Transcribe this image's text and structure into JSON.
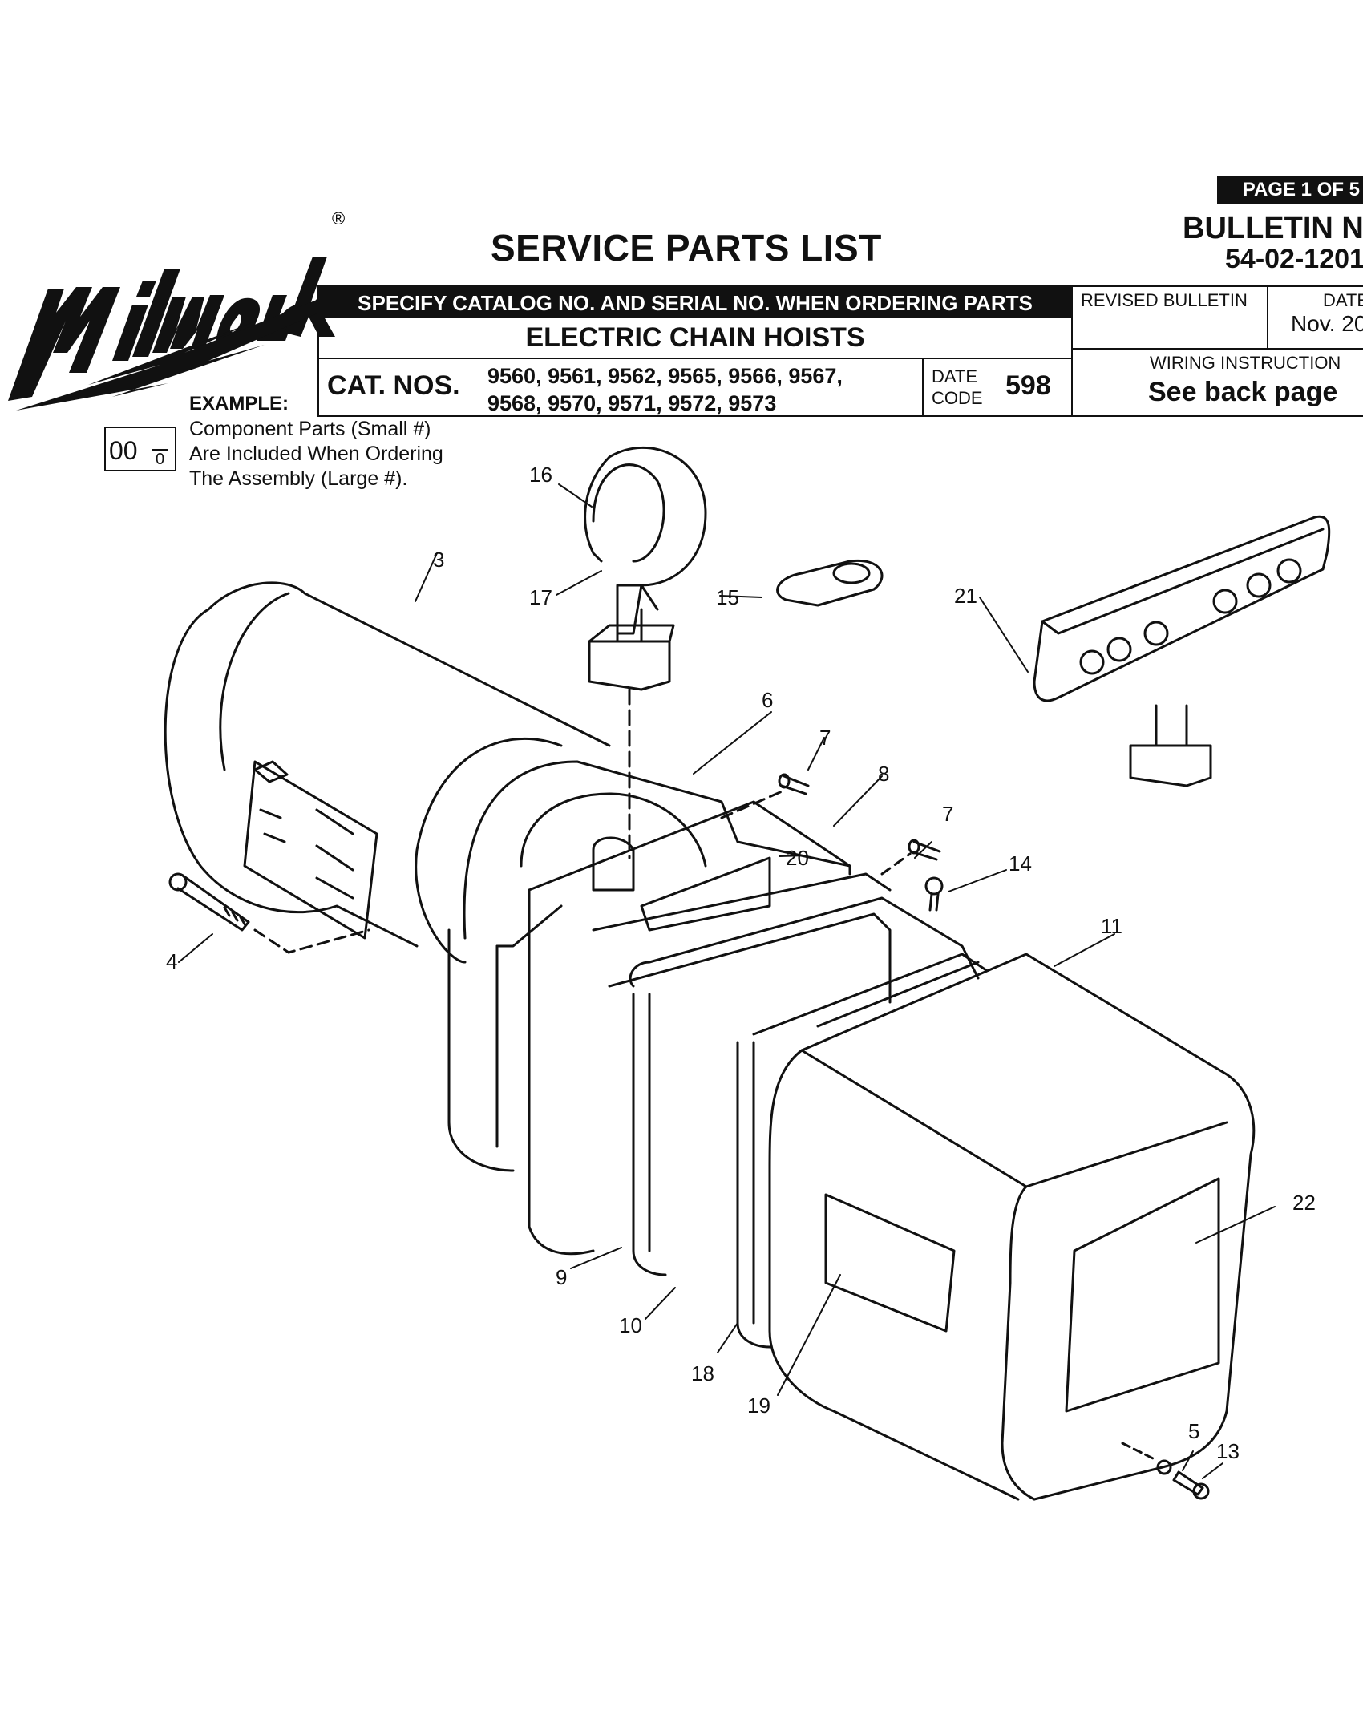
{
  "page_badge": "PAGE 1 OF 5",
  "title": "SERVICE PARTS LIST",
  "bulletin": {
    "label": "BULLETIN N",
    "number": "54-02-1201"
  },
  "specify_banner": "SPECIFY CATALOG NO. AND SERIAL NO. WHEN ORDERING PARTS",
  "product": "ELECTRIC CHAIN HOISTS",
  "catalog": {
    "label": "CAT. NOS.",
    "line1": "9560, 9561, 9562, 9565, 9566, 9567,",
    "line2": "9568, 9570, 9571, 9572, 9573"
  },
  "date_code": {
    "label1": "DATE",
    "label2": "CODE",
    "value": "598"
  },
  "revised_bulletin": {
    "label": "REVISED BULLETIN"
  },
  "date": {
    "label": "DATE",
    "value": "Nov. 20"
  },
  "wiring": {
    "label": "WIRING INSTRUCTION",
    "value": "See back page"
  },
  "example": {
    "label": "EXAMPLE:",
    "big": "00",
    "small": "0",
    "line1": "Component Parts (Small #)",
    "line2": "Are Included When Ordering",
    "line3": "The Assembly (Large #)."
  },
  "callouts": {
    "c3": "3",
    "c4": "4",
    "c5": "5",
    "c6": "6",
    "c7a": "7",
    "c7b": "7",
    "c8": "8",
    "c9": "9",
    "c10": "10",
    "c11": "11",
    "c13": "13",
    "c14": "14",
    "c15": "15",
    "c16": "16",
    "c17": "17",
    "c18": "18",
    "c19": "19",
    "c20": "20",
    "c21": "21",
    "c22": "22"
  }
}
